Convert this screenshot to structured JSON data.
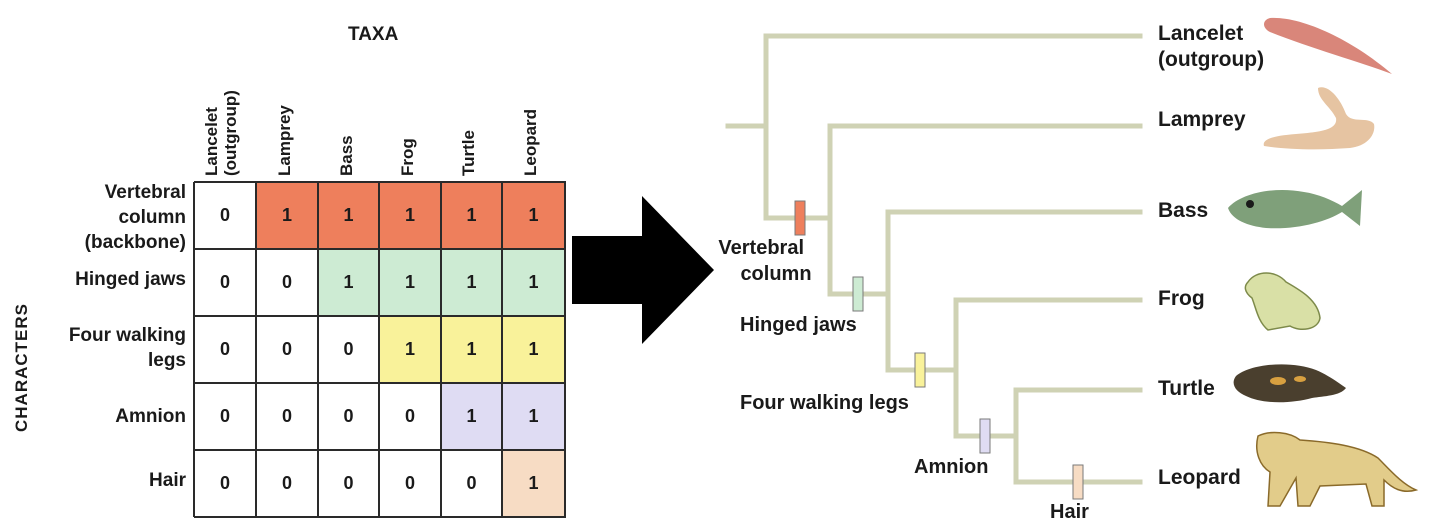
{
  "matrix": {
    "taxa_header": "TAXA",
    "characters_header": "CHARACTERS",
    "taxa": [
      {
        "lines": [
          "Lancelet",
          "(outgroup)"
        ]
      },
      {
        "lines": [
          "Lamprey"
        ]
      },
      {
        "lines": [
          "Bass"
        ]
      },
      {
        "lines": [
          "Frog"
        ]
      },
      {
        "lines": [
          "Turtle"
        ]
      },
      {
        "lines": [
          "Leopard"
        ]
      }
    ],
    "characters": [
      {
        "lines": [
          "Vertebral",
          "column",
          "(backbone)"
        ],
        "color": "#ee7f5c"
      },
      {
        "lines": [
          "Hinged jaws"
        ],
        "color": "#cdebd3"
      },
      {
        "lines": [
          "Four walking",
          "legs"
        ],
        "color": "#f9f29a"
      },
      {
        "lines": [
          "Amnion"
        ],
        "color": "#dfdcf3"
      },
      {
        "lines": [
          "Hair"
        ],
        "color": "#f7dcc4"
      }
    ],
    "values": [
      [
        "0",
        "1",
        "1",
        "1",
        "1",
        "1"
      ],
      [
        "0",
        "0",
        "1",
        "1",
        "1",
        "1"
      ],
      [
        "0",
        "0",
        "0",
        "1",
        "1",
        "1"
      ],
      [
        "0",
        "0",
        "0",
        "0",
        "1",
        "1"
      ],
      [
        "0",
        "0",
        "0",
        "0",
        "0",
        "1"
      ]
    ]
  },
  "tree": {
    "branch_color": "#cfd2b4",
    "taxa": [
      "Lancelet",
      "(outgroup)",
      "Lamprey",
      "Bass",
      "Frog",
      "Turtle",
      "Leopard"
    ],
    "characters": [
      {
        "lines": [
          "Vertebral",
          "column"
        ],
        "color": "#ee7f5c"
      },
      {
        "lines": [
          "Hinged jaws"
        ],
        "color": "#cdebd3"
      },
      {
        "lines": [
          "Four walking legs"
        ],
        "color": "#f9f29a"
      },
      {
        "lines": [
          "Amnion"
        ],
        "color": "#dfdcf3"
      },
      {
        "lines": [
          "Hair"
        ],
        "color": "#f7dcc4"
      }
    ]
  },
  "icons": [
    {
      "name": "lancelet-icon",
      "color": "#d9867a"
    },
    {
      "name": "lamprey-icon",
      "color": "#e6c4a2"
    },
    {
      "name": "bass-icon",
      "color": "#7fa07a"
    },
    {
      "name": "frog-icon",
      "color": "#d9e0a6"
    },
    {
      "name": "turtle-icon",
      "color": "#4a3f2e"
    },
    {
      "name": "leopard-icon",
      "color": "#e2cc8a"
    }
  ]
}
